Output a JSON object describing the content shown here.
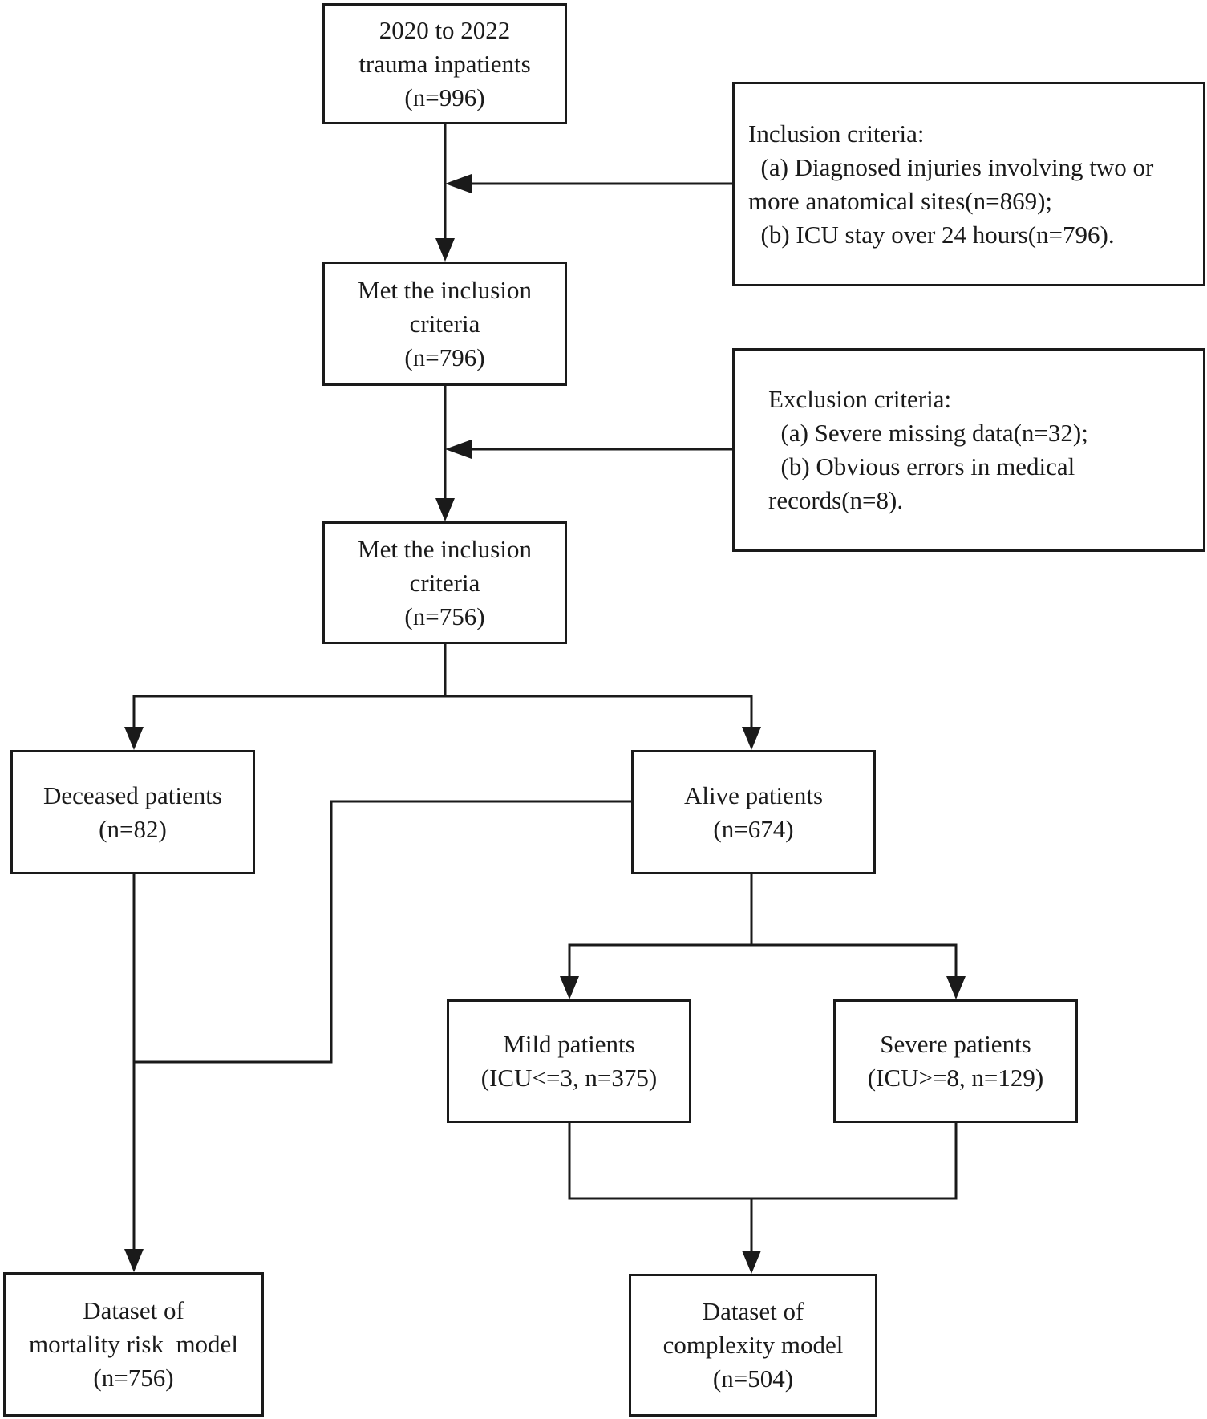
{
  "nodes": {
    "start": {
      "lines": [
        "2020 to 2022",
        "trauma inpatients",
        "(n=996)"
      ]
    },
    "inclusion": {
      "lines": [
        "Inclusion criteria:",
        "  (a) Diagnosed injuries involving two or",
        "more anatomical sites(n=869);",
        "  (b) ICU stay over 24 hours(n=796)."
      ]
    },
    "met1": {
      "lines": [
        "Met the inclusion",
        "criteria",
        "(n=796)"
      ]
    },
    "exclusion": {
      "lines": [
        "Exclusion criteria:",
        "  (a) Severe missing data(n=32);",
        "  (b) Obvious errors in medical",
        "records(n=8)."
      ]
    },
    "met2": {
      "lines": [
        "Met the inclusion",
        "criteria",
        "(n=756)"
      ]
    },
    "deceased": {
      "lines": [
        "Deceased patients",
        "(n=82)"
      ]
    },
    "alive": {
      "lines": [
        "Alive patients",
        "(n=674)"
      ]
    },
    "mild": {
      "lines": [
        "Mild patients",
        "(ICU<=3, n=375)"
      ]
    },
    "severe": {
      "lines": [
        "Severe patients",
        "(ICU>=8, n=129)"
      ]
    },
    "mortality": {
      "lines": [
        "Dataset of",
        "mortality risk  model",
        "(n=756)"
      ]
    },
    "complexity": {
      "lines": [
        "Dataset of",
        "complexity model",
        "(n=504)"
      ]
    }
  }
}
